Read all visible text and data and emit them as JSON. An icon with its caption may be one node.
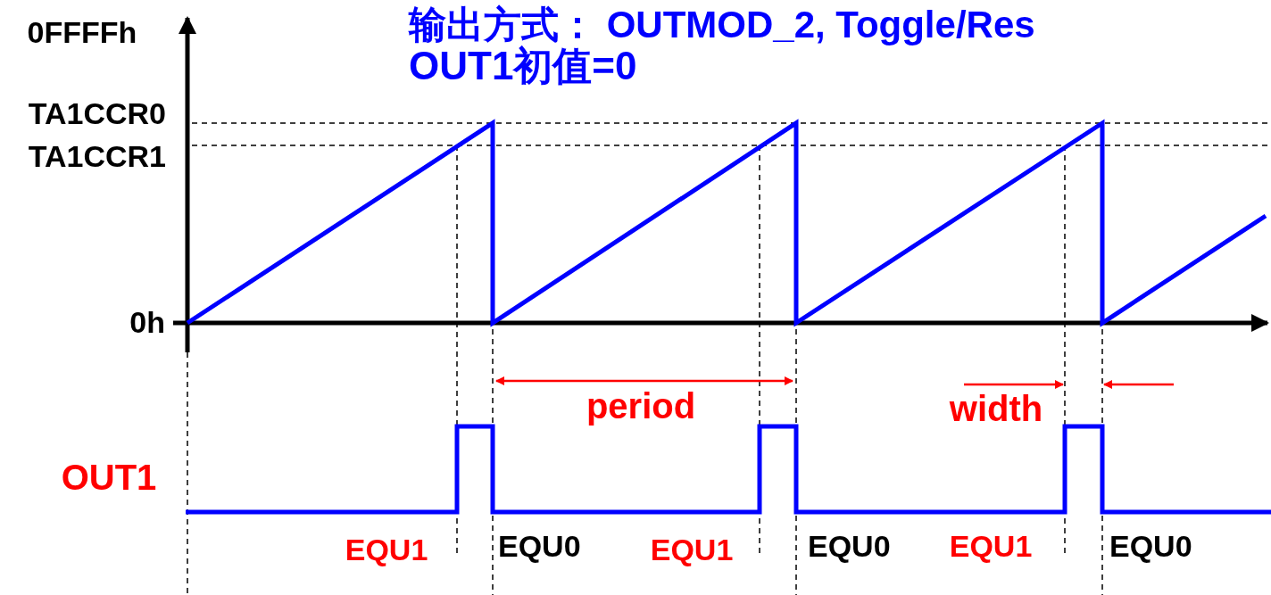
{
  "diagram": {
    "title": "输出方式： OUTMOD_2, Toggle/Res",
    "labels": [
      "OUT1初值=0",
      "0FFFFh",
      "TA1CCR0",
      "TA1CCR1",
      "0h",
      "period",
      "width",
      "OUT1",
      "EQU1",
      "EQU0",
      "EQU1",
      "EQU0",
      "EQU1",
      "EQU0"
    ]
  }
}
